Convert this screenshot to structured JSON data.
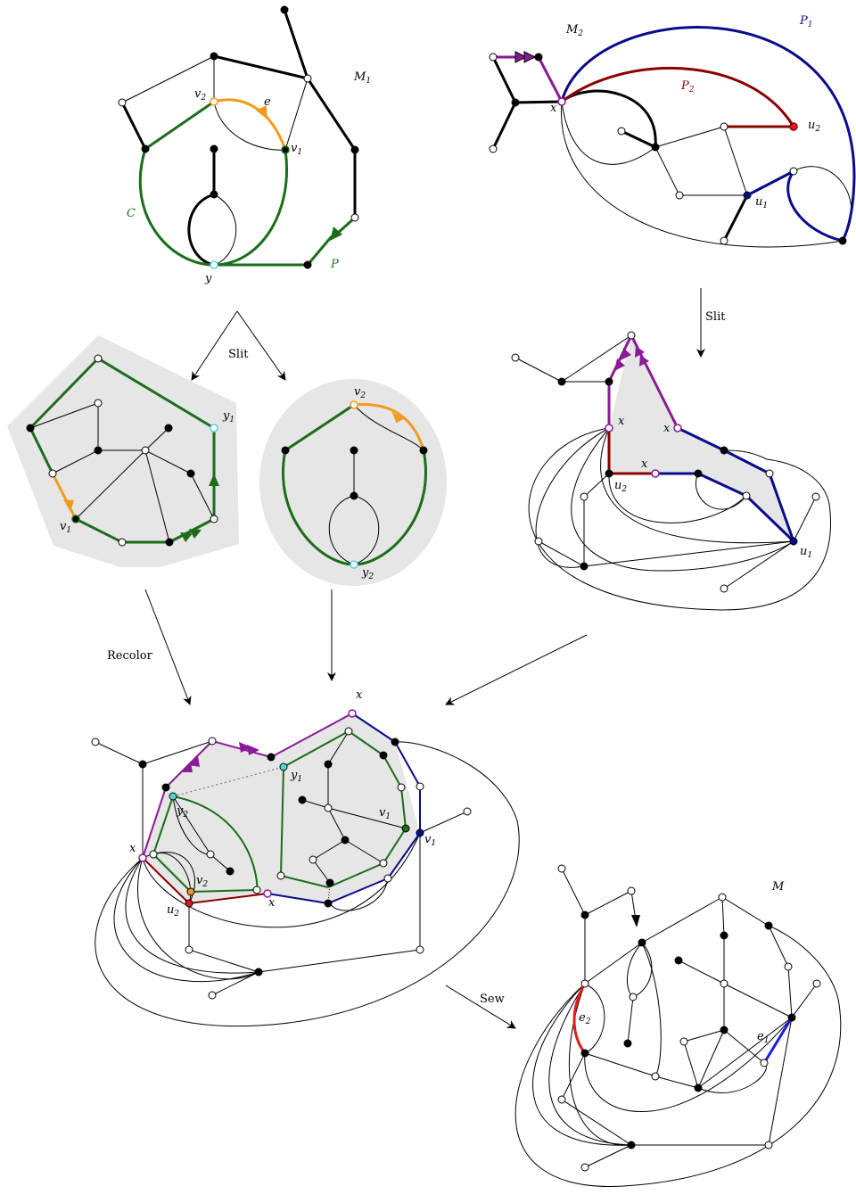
{
  "colors": {
    "green": "#1a6e1a",
    "orange": "#f39a1e",
    "purple": "#8a1a96",
    "darkred": "#8b0000",
    "navy": "#0a0a8c",
    "red": "#e31a1c",
    "blue": "#1a1ae6",
    "cyan": "#55d6d6",
    "shade": "#e6e6e6"
  },
  "captions": {
    "slit_left": "Slit",
    "slit_right": "Slit",
    "recolor": "Recolor",
    "sew": "Sew"
  },
  "labels": {
    "M1": "M",
    "M1_sub": "1",
    "M2": "M",
    "M2_sub": "2",
    "M": "M",
    "C": "C",
    "P": "P",
    "P1": "P",
    "P1_sub": "1",
    "P2": "P",
    "P2_sub": "2",
    "e": "e",
    "y": "y",
    "x": "x",
    "v": "v",
    "u": "u",
    "e_letter": "e",
    "s1": "1",
    "s2": "2",
    "y_letter": "y"
  }
}
